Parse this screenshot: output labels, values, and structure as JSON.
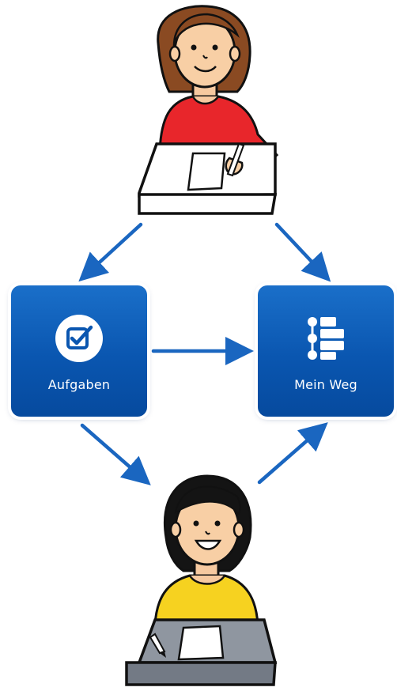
{
  "tiles": {
    "tasks": {
      "label": "Aufgaben",
      "icon": "checkbox-icon"
    },
    "path": {
      "label": "Mein Weg",
      "icon": "timeline-icon"
    }
  },
  "people": {
    "top": "teacher-writing",
    "bottom": "student-writing"
  },
  "colors": {
    "tile_blue": "#0a5cb4",
    "arrow_blue": "#1a66c0",
    "teacher_shirt": "#e8262b",
    "student_shirt": "#f6d220",
    "desk_top": "#ffffff",
    "desk_bottom": "#7f8690"
  }
}
